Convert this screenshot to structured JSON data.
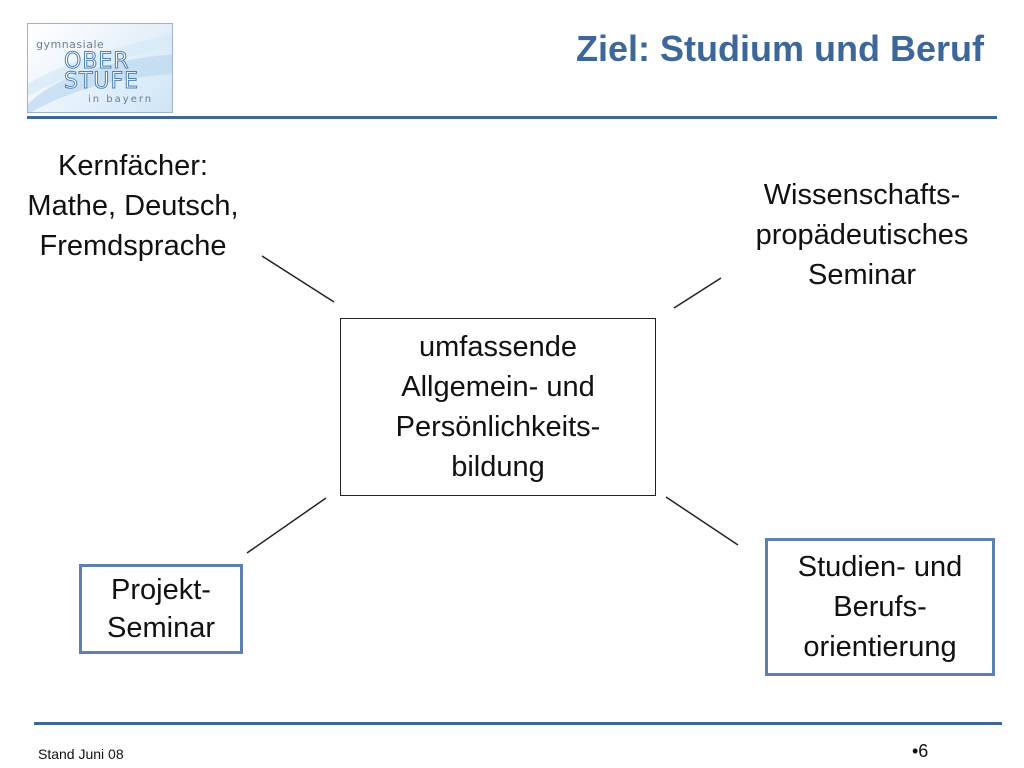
{
  "logo": {
    "top_text": "gymnasiale",
    "line1": "OBER",
    "line2": "STUFE",
    "bottom_text": "in bayern"
  },
  "title": "Ziel: Studium und Beruf",
  "nodes": {
    "kern": "Kernfächer:\nMathe, Deutsch,\nFremdsprache",
    "wiss": "Wissenschafts-\npropädeutisches\nSeminar",
    "center": "umfassende\nAllgemein- und\nPersönlichkeits-\nbildung",
    "projekt": "Projekt-\nSeminar",
    "studien": "Studien- und\nBerufs-\norientierung"
  },
  "footer": {
    "left": "Stand Juni 08",
    "page": "•6"
  },
  "colors": {
    "title": "#3d6798",
    "rule": "#3d6798",
    "box_border_accent": "#5d7fb2"
  }
}
